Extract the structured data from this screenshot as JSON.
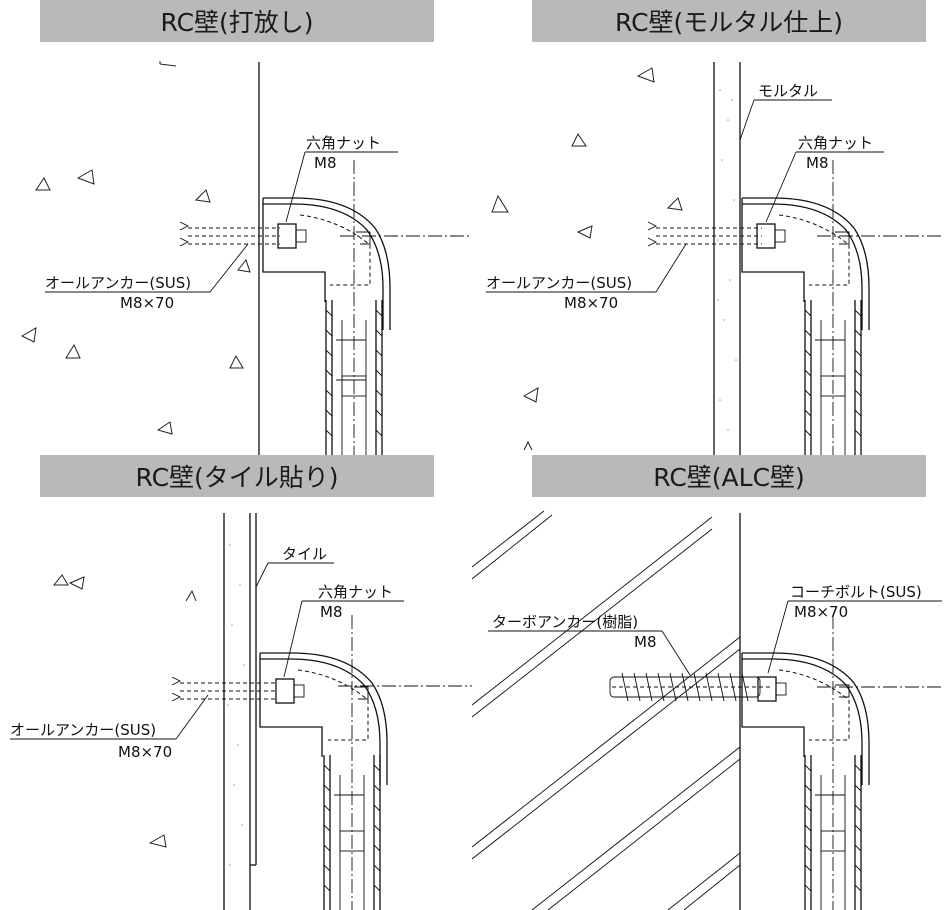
{
  "panels": [
    {
      "title": "RC壁(打放し)",
      "labels": {
        "nut": "六角ナット",
        "nut_size": "M8",
        "anchor": "オールアンカー(SUS)",
        "anchor_size": "M8×70"
      }
    },
    {
      "title": "RC壁(モルタル仕上)",
      "labels": {
        "finish": "モルタル",
        "nut": "六角ナット",
        "nut_size": "M8",
        "anchor": "オールアンカー(SUS)",
        "anchor_size": "M8×70"
      }
    },
    {
      "title": "RC壁(タイル貼り)",
      "labels": {
        "finish": "タイル",
        "nut": "六角ナット",
        "nut_size": "M8",
        "anchor": "オールアンカー(SUS)",
        "anchor_size": "M8×70"
      }
    },
    {
      "title": "RC壁(ALC壁)",
      "labels": {
        "bolt": "コーチボルト(SUS)",
        "bolt_size": "M8×70",
        "anchor": "ターボアンカー(樹脂)",
        "anchor_size": "M8"
      }
    }
  ]
}
